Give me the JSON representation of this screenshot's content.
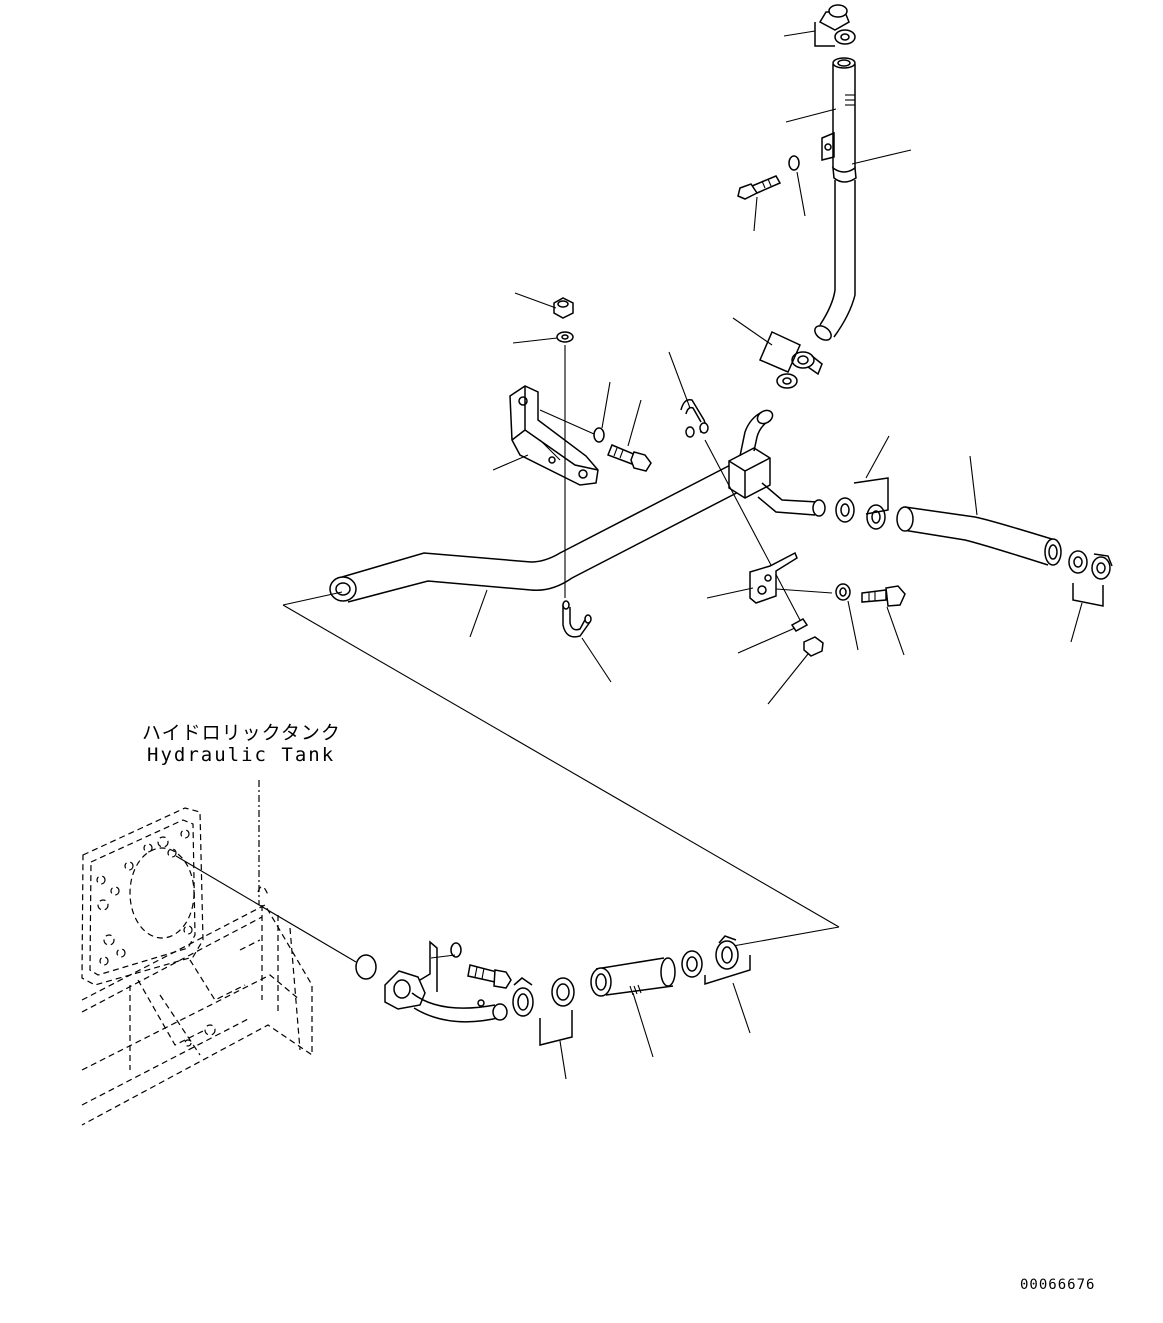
{
  "labels": {
    "hydraulic_tank_jp": "ハイドロリックタンク",
    "hydraulic_tank_en": "Hydraulic Tank",
    "document_number": "00066676"
  },
  "colors": {
    "line": "#000000",
    "background": "#ffffff"
  }
}
